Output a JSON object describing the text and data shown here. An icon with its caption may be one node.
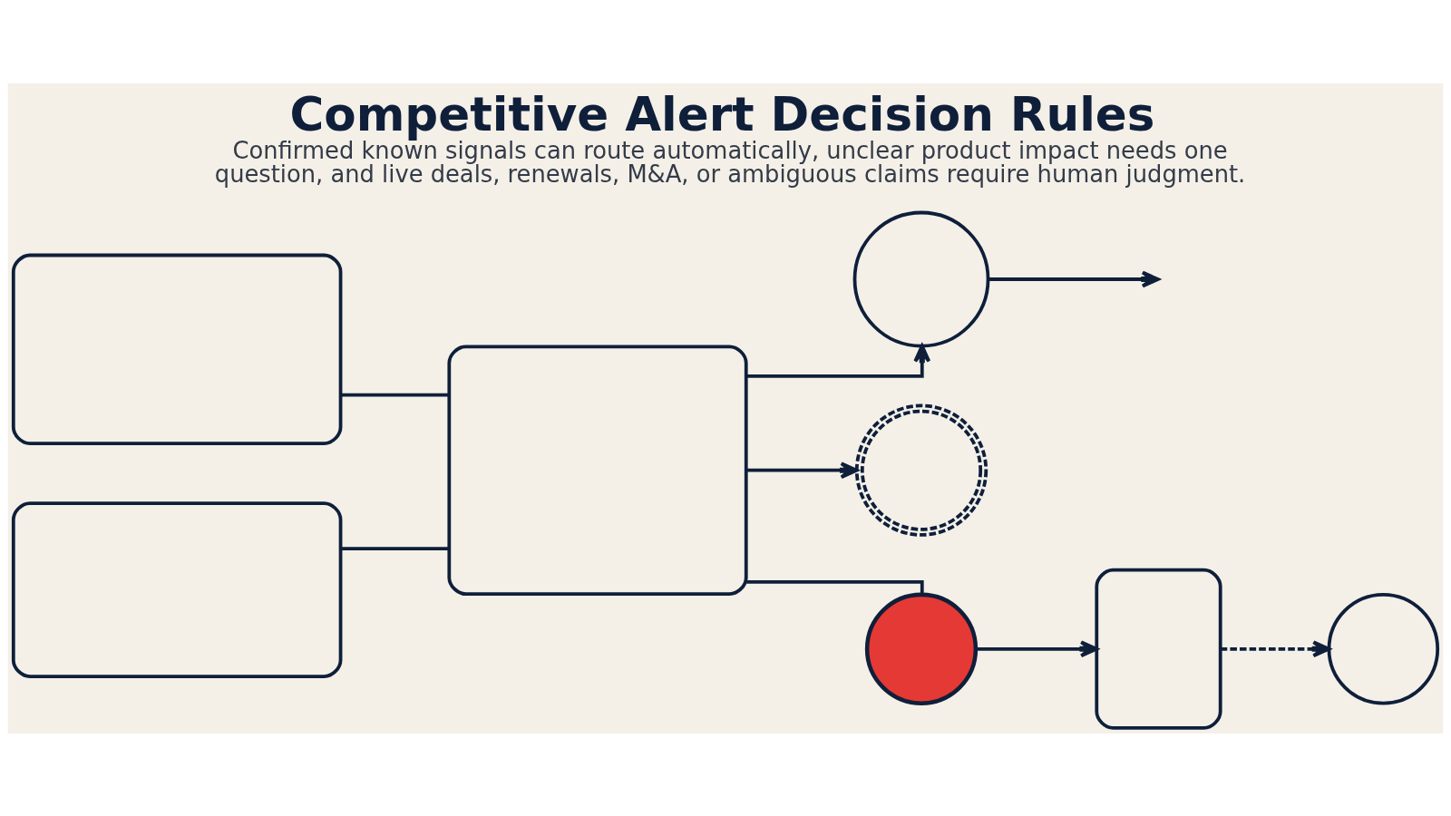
{
  "diagram": {
    "title": "Competitive Alert Decision Rules",
    "caption": "Confirmed known signals can route automatically, unclear product impact needs one question, and live deals, renewals, M&A, or ambiguous claims require human judgment.",
    "nodes": [
      {
        "text": [],
        "shape": "box"
      },
      {
        "text": [],
        "shape": "box"
      },
      {
        "text": [],
        "shape": "box"
      },
      {
        "text": [],
        "shape": "circle"
      },
      {
        "text": [],
        "shape": "circle"
      },
      {
        "text": [],
        "shape": "circle"
      },
      {
        "text": [],
        "shape": "box"
      },
      {
        "text": [],
        "shape": "circle"
      }
    ],
    "edges": [
      {
        "from": 0,
        "to": 2,
        "arrow": "none"
      },
      {
        "from": 1,
        "to": 2,
        "arrow": "none"
      },
      {
        "from": 2,
        "to": 3,
        "arrow": "to"
      },
      {
        "from": 3,
        "to": null,
        "arrow": "to"
      },
      {
        "from": 2,
        "to": 4,
        "arrow": "to"
      },
      {
        "from": 2,
        "to": 5,
        "arrow": "none"
      },
      {
        "from": 5,
        "to": 6,
        "arrow": "to"
      },
      {
        "from": 6,
        "to": 7,
        "arrow": "to",
        "style": "dashed"
      }
    ]
  }
}
